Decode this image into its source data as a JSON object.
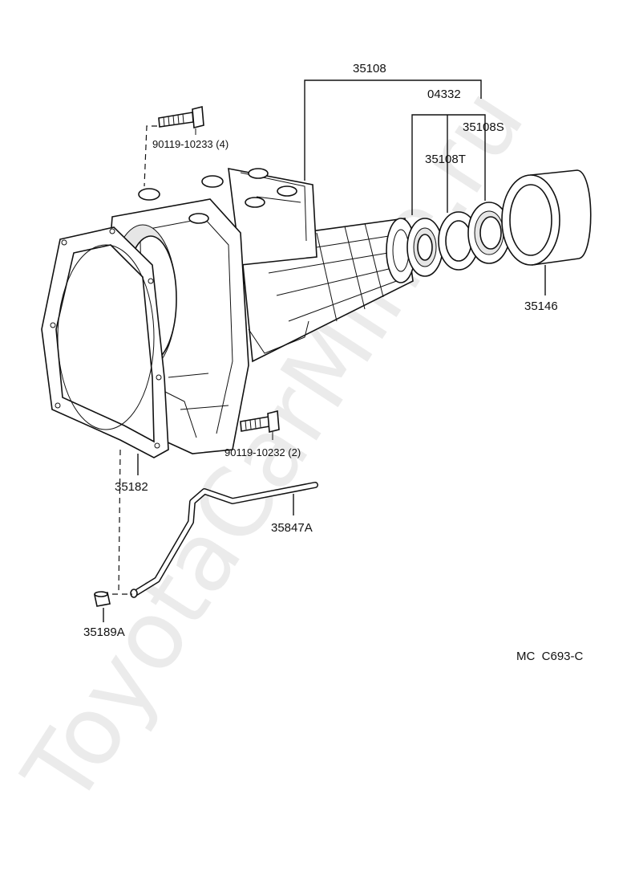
{
  "labels": {
    "p35108": "35108",
    "p04332": "04332",
    "p35108S": "35108S",
    "p35108T": "35108T",
    "p35146": "35146",
    "bolt_top": "90119-10233 (4)",
    "bolt_bottom": "90119-10232 (2)",
    "p35182": "35182",
    "p35847A": "35847A",
    "p35189A": "35189A",
    "figure_code": "MC  C693-C"
  },
  "watermark": "ToyotaCarMine.ru"
}
